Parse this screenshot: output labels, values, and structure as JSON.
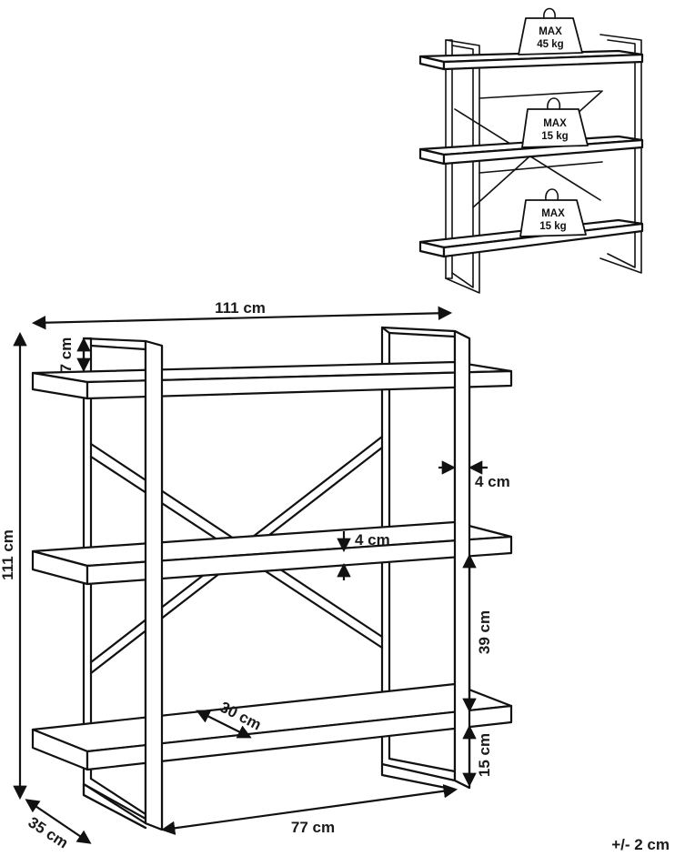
{
  "thumbnail": {
    "loads": [
      {
        "label": "MAX",
        "value": "45 kg"
      },
      {
        "label": "MAX",
        "value": "15 kg"
      },
      {
        "label": "MAX",
        "value": "15 kg"
      }
    ]
  },
  "dimensions": {
    "overall_width": "111 cm",
    "overall_height": "111 cm",
    "top_frame_rise": "7 cm",
    "frame_width": "4 cm",
    "shelf_thickness": "4 cm",
    "shelf_spacing": "39 cm",
    "bottom_clearance": "15 cm",
    "shelf_depth": "30 cm",
    "frame_depth": "35 cm",
    "inner_width": "77 cm"
  },
  "tolerance": "+/- 2 cm"
}
